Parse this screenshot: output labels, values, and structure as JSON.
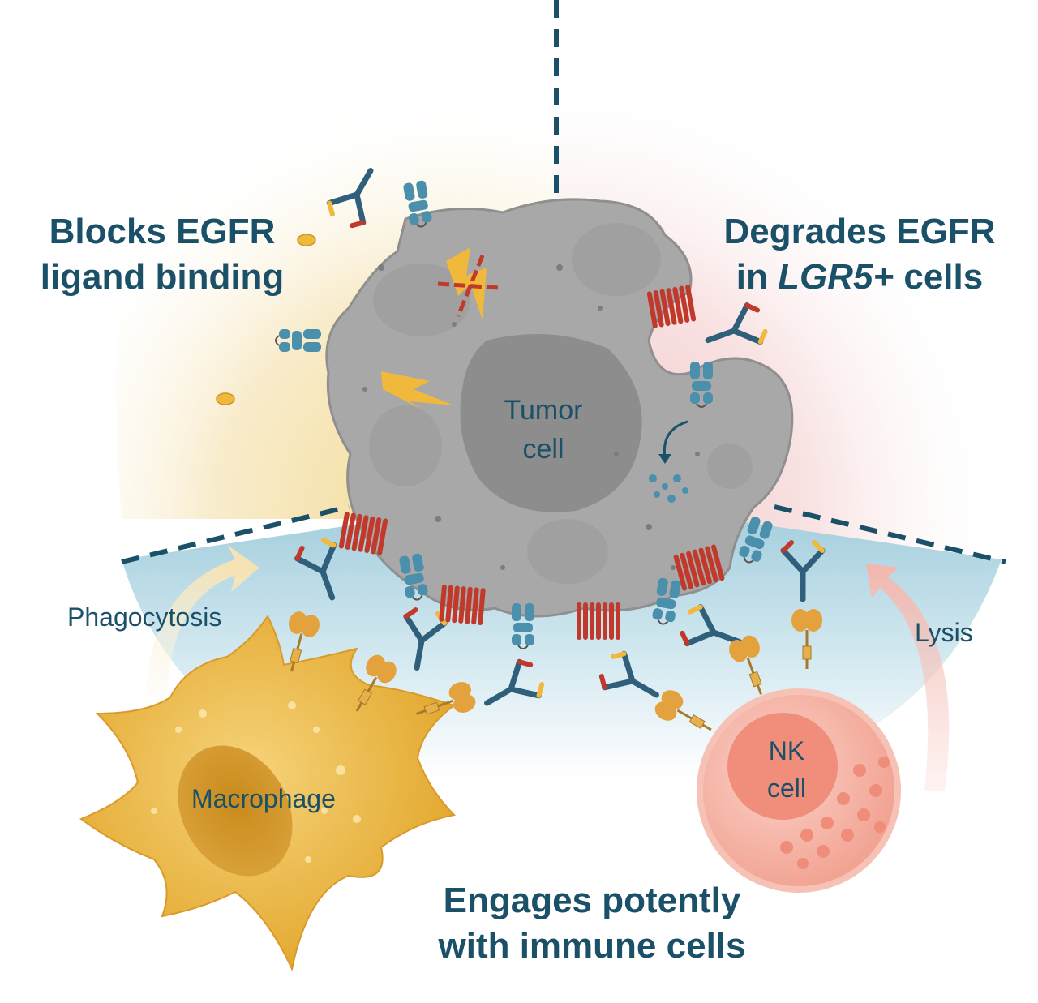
{
  "headings": {
    "blocks": {
      "line1": "Blocks EGFR",
      "line2": "ligand binding"
    },
    "degrades": {
      "line1": "Degrades EGFR",
      "line2_prefix": "in ",
      "line2_italic": "LGR5+",
      "line2_suffix": " cells"
    },
    "engages": {
      "line1": "Engages potently",
      "line2": "with immune cells"
    }
  },
  "labels": {
    "tumor": {
      "line1": "Tumor",
      "line2": "cell"
    },
    "nk": {
      "line1": "NK",
      "line2": "cell"
    },
    "macrophage": "Macrophage",
    "phagocytosis": "Phagocytosis",
    "lysis": "Lysis"
  },
  "colors": {
    "heading_text": "#1a5068",
    "sector_left": "#f7e9c8",
    "sector_right": "#f6dede",
    "sector_bottom": "#bcdbe6",
    "tumor_cell": "#a5a5a5",
    "tumor_nucleus": "#8a8a8a",
    "egfr_receptor": "#4a8fab",
    "lgr5_receptor": "#c0392b",
    "antibody": "#2f5f7a",
    "macrophage": "#e8b53a",
    "nk_cell": "#f1a597",
    "ligand": "#f0b93b"
  }
}
